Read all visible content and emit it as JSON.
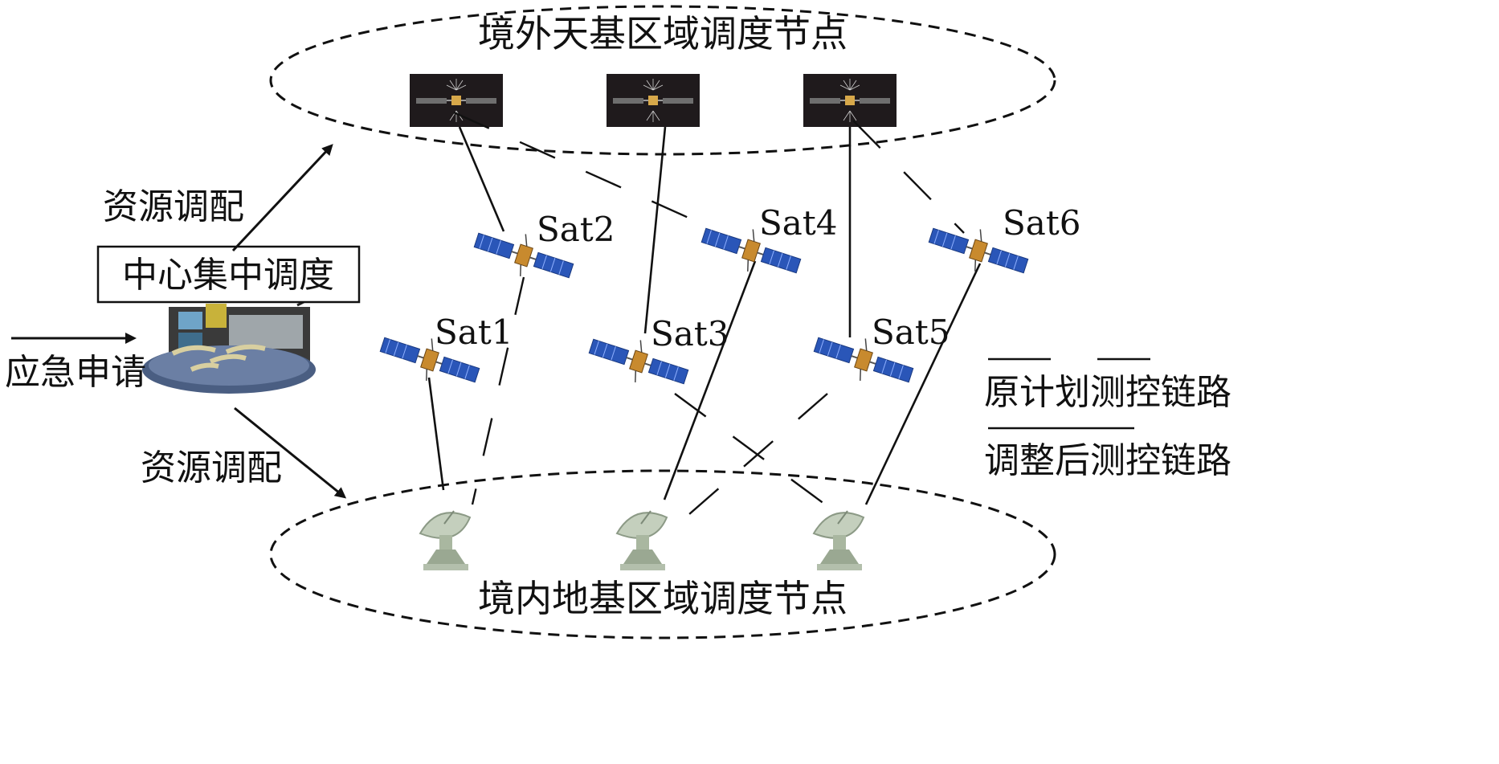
{
  "regions": {
    "space_label": "境外天基区域调度节点",
    "ground_label": "境内地基区域调度节点"
  },
  "center": {
    "label": "中心集中调度",
    "input_label": "应急申请",
    "upper_arrow_label": "资源调配",
    "lower_arrow_label": "资源调配"
  },
  "satellites": [
    "Sat1",
    "Sat2",
    "Sat3",
    "Sat4",
    "Sat5",
    "Sat6"
  ],
  "legend": {
    "original_label": "原计划测控链路",
    "adjusted_label": "调整后测控链路"
  },
  "colors": {
    "satellite_panel": "#2a56b8",
    "satellite_body": "#c88a2e",
    "space_node_bg": "#1f1a1c",
    "antenna": "#a9b7a0",
    "line": "#111111"
  }
}
